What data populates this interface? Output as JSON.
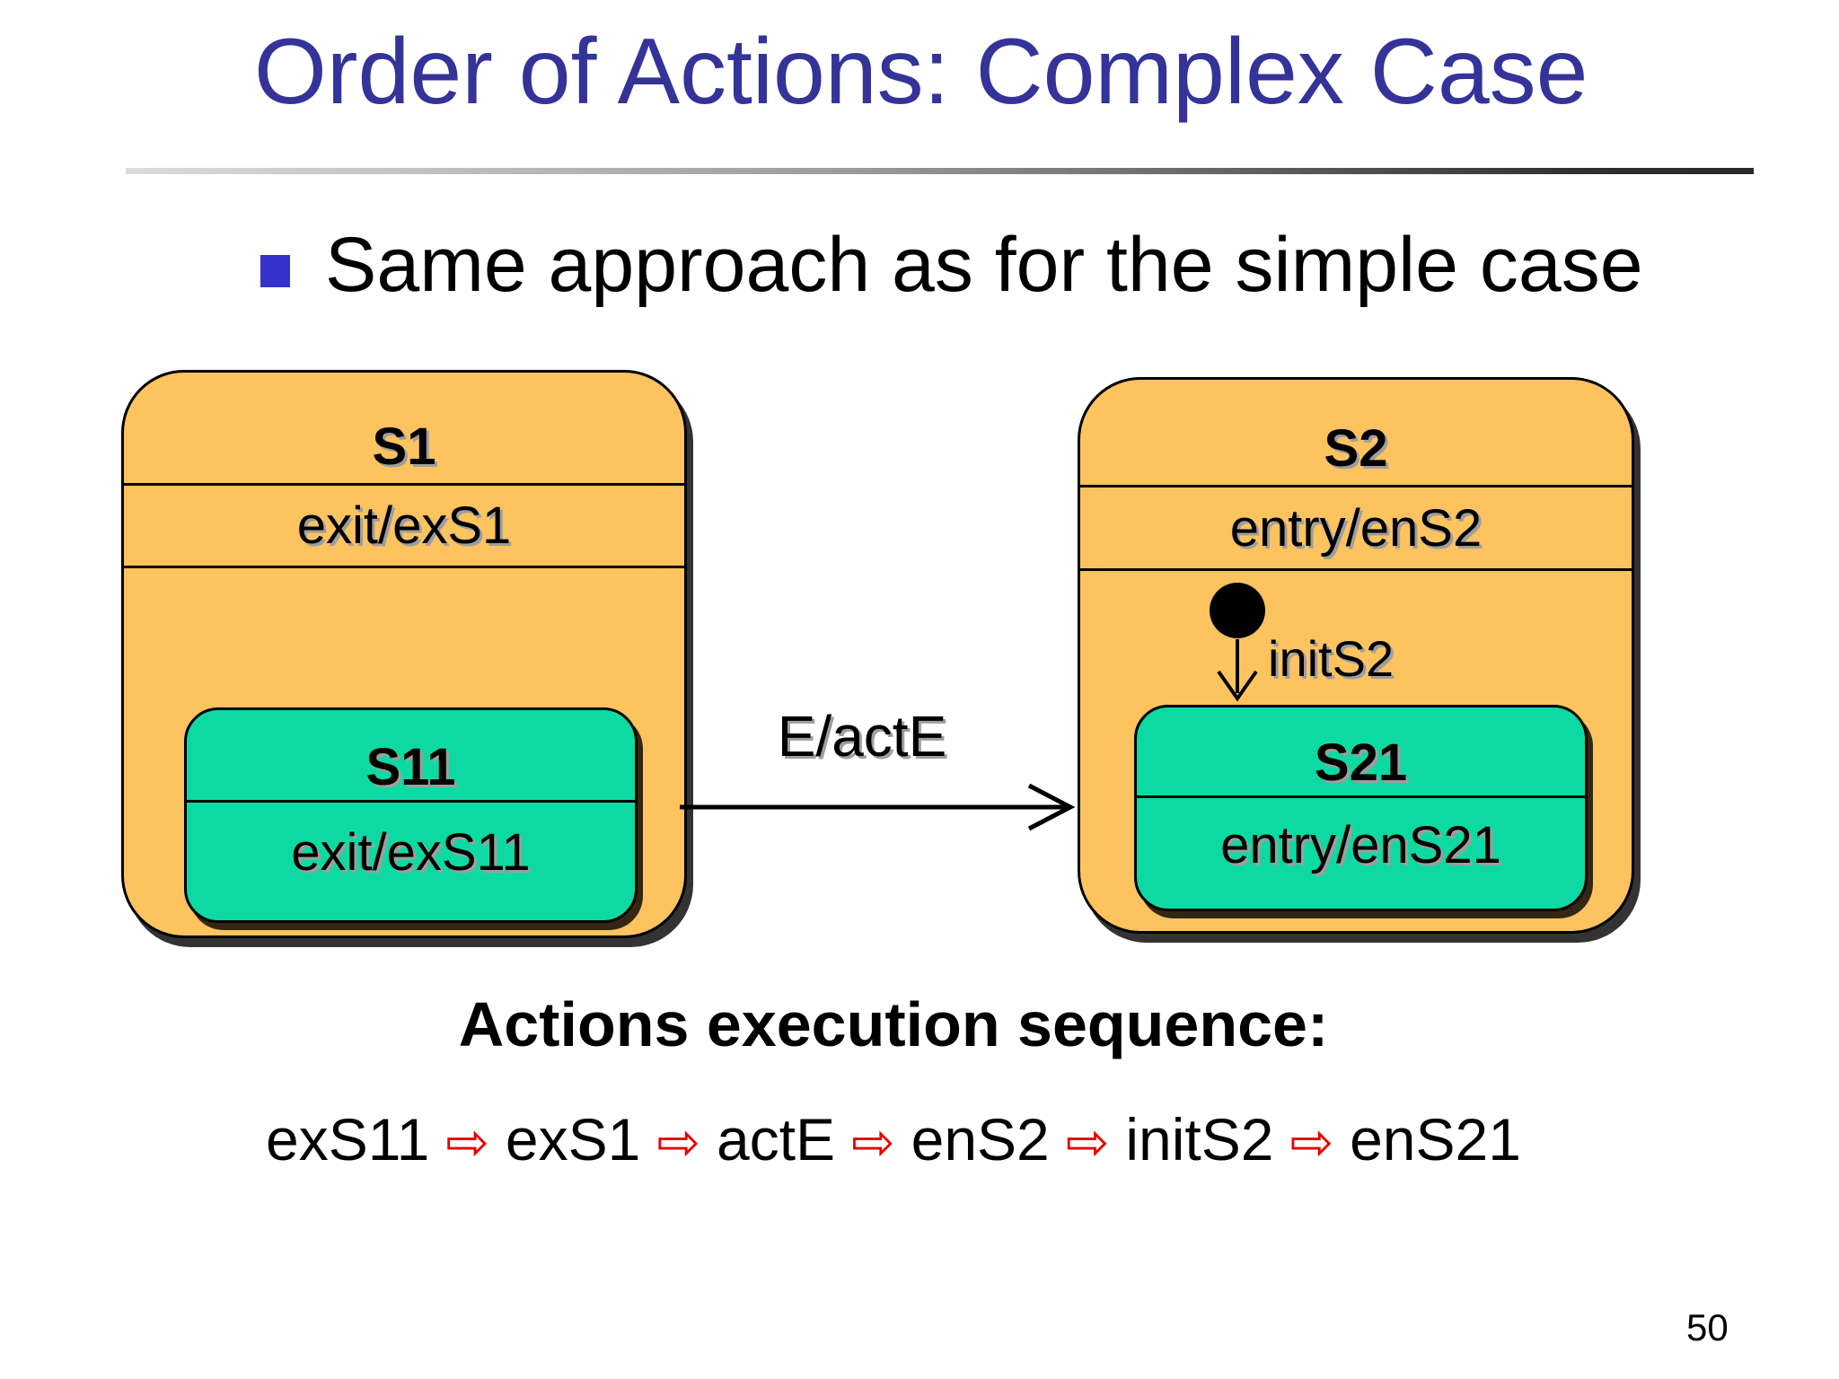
{
  "slide": {
    "title": "Order of Actions: Complex Case",
    "bullet_text": "Same approach as for the simple case",
    "page_number": "50",
    "colors": {
      "title_text": "#333399",
      "bullet_square": "#3333CC",
      "state_fill": "#FCC35F",
      "substate_fill": "#0CDAA2",
      "sequence_arrow_red": "#E60000"
    }
  },
  "diagram": {
    "states": {
      "s1": {
        "name": "S1",
        "action": "exit/exS1",
        "child": {
          "name": "S11",
          "action": "exit/exS11"
        }
      },
      "s2": {
        "name": "S2",
        "action": "entry/enS2",
        "init_label": "initS2",
        "child": {
          "name": "S21",
          "action": "entry/enS21"
        }
      }
    },
    "transition_label": "E/actE",
    "icons": {
      "initial_state_dot": "filled-black-circle",
      "transition_arrow": "black-open-arrowhead-right",
      "init_arrow": "black-open-arrowhead-down"
    }
  },
  "sequence": {
    "heading": "Actions execution sequence:",
    "steps": [
      "exS11",
      "exS1",
      "actE",
      "enS2",
      "initS2",
      "enS21"
    ],
    "arrow_glyph": "⇨"
  }
}
